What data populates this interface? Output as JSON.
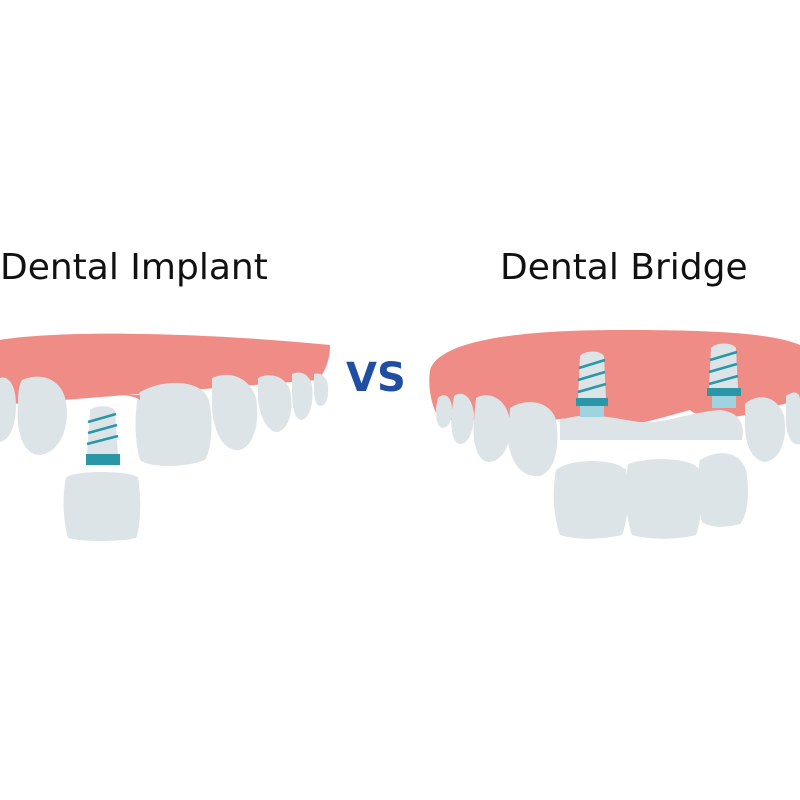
{
  "left_title": "Dental Implant",
  "right_title": "Dental Bridge",
  "vs_text": "VS",
  "colors": {
    "gum": "#ef8c86",
    "tooth": "#dde4e8",
    "tooth_shadow": "#c9d3d9",
    "implant_body": "#dde4e8",
    "implant_stripe": "#2a97a8",
    "abutment": "#2a97a8",
    "abutment_light": "#9fd3df",
    "vs": "#1f4ea3",
    "text": "#111111"
  }
}
